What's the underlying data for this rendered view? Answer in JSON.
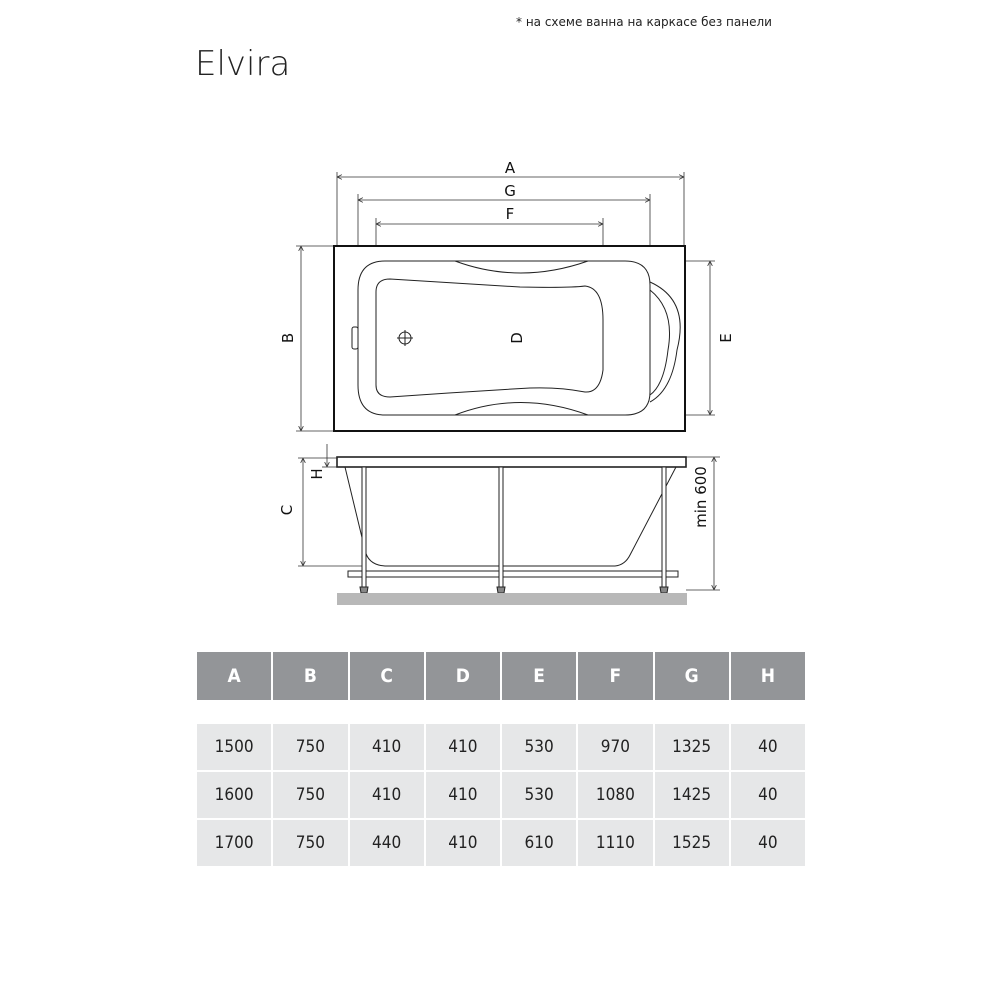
{
  "note": "* на схеме ванна на каркасе без панели",
  "title": "Elvira",
  "drawing": {
    "labels": {
      "A": "A",
      "B": "B",
      "C": "C",
      "D": "D",
      "E": "E",
      "F": "F",
      "G": "G",
      "H": "H",
      "min": "min 600"
    }
  },
  "table": {
    "headers": [
      "A",
      "B",
      "C",
      "D",
      "E",
      "F",
      "G",
      "H"
    ],
    "rows": [
      [
        "1500",
        "750",
        "410",
        "410",
        "530",
        "970",
        "1325",
        "40"
      ],
      [
        "1600",
        "750",
        "410",
        "410",
        "530",
        "1080",
        "1425",
        "40"
      ],
      [
        "1700",
        "750",
        "440",
        "410",
        "610",
        "1110",
        "1525",
        "40"
      ]
    ]
  }
}
